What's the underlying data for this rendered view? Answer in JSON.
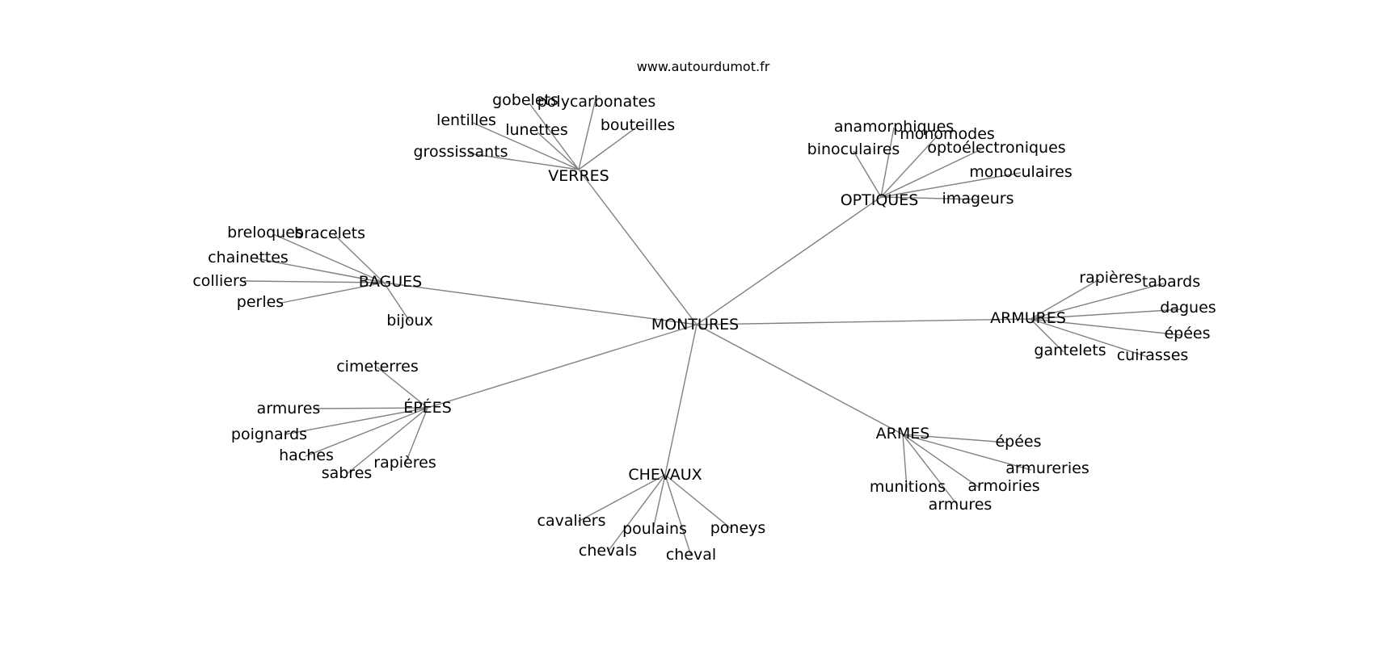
{
  "site": "www.autourdumot.fr",
  "root": {
    "key": "montures",
    "label": "MONTURES"
  },
  "clusters": [
    {
      "key": "verres",
      "label": "VERRES",
      "leaves": [
        {
          "key": "gobelets",
          "label": "gobelets"
        },
        {
          "key": "polycarbonates",
          "label": "polycarbonates"
        },
        {
          "key": "lentilles",
          "label": "lentilles"
        },
        {
          "key": "lunettes",
          "label": "lunettes"
        },
        {
          "key": "bouteilles",
          "label": "bouteilles"
        },
        {
          "key": "grossissants",
          "label": "grossissants"
        }
      ]
    },
    {
      "key": "optiques",
      "label": "OPTIQUES",
      "leaves": [
        {
          "key": "anamorphiques",
          "label": "anamorphiques"
        },
        {
          "key": "monomodes",
          "label": "monomodes"
        },
        {
          "key": "binoculaires",
          "label": "binoculaires"
        },
        {
          "key": "optoelectroniques",
          "label": "optoélectroniques"
        },
        {
          "key": "monoculaires",
          "label": "monoculaires"
        },
        {
          "key": "imageurs",
          "label": "imageurs"
        }
      ]
    },
    {
      "key": "bagues",
      "label": "BAGUES",
      "leaves": [
        {
          "key": "breloques",
          "label": "breloques"
        },
        {
          "key": "bracelets",
          "label": "bracelets"
        },
        {
          "key": "chainettes",
          "label": "chainettes"
        },
        {
          "key": "colliers",
          "label": "colliers"
        },
        {
          "key": "perles",
          "label": "perles"
        },
        {
          "key": "bijoux",
          "label": "bijoux"
        }
      ]
    },
    {
      "key": "armures",
      "label": "ARMURES",
      "leaves": [
        {
          "key": "rapieres",
          "label": "rapières"
        },
        {
          "key": "tabards",
          "label": "tabards"
        },
        {
          "key": "dagues",
          "label": "dagues"
        },
        {
          "key": "epees",
          "label": "épées"
        },
        {
          "key": "gantelets",
          "label": "gantelets"
        },
        {
          "key": "cuirasses",
          "label": "cuirasses"
        }
      ]
    },
    {
      "key": "epees",
      "label": "ÉPÉES",
      "leaves": [
        {
          "key": "cimeterres",
          "label": "cimeterres"
        },
        {
          "key": "armures",
          "label": "armures"
        },
        {
          "key": "poignards",
          "label": "poignards"
        },
        {
          "key": "haches",
          "label": "haches"
        },
        {
          "key": "sabres",
          "label": "sabres"
        },
        {
          "key": "rapieres",
          "label": "rapières"
        }
      ]
    },
    {
      "key": "chevaux",
      "label": "CHEVAUX",
      "leaves": [
        {
          "key": "cavaliers",
          "label": "cavaliers"
        },
        {
          "key": "poulains",
          "label": "poulains"
        },
        {
          "key": "poneys",
          "label": "poneys"
        },
        {
          "key": "chevals",
          "label": "chevals"
        },
        {
          "key": "cheval",
          "label": "cheval"
        }
      ]
    },
    {
      "key": "armes",
      "label": "ARMES",
      "leaves": [
        {
          "key": "epees",
          "label": "épées"
        },
        {
          "key": "armureries",
          "label": "armureries"
        },
        {
          "key": "armoiries",
          "label": "armoiries"
        },
        {
          "key": "munitions",
          "label": "munitions"
        },
        {
          "key": "armures",
          "label": "armures"
        }
      ]
    }
  ]
}
